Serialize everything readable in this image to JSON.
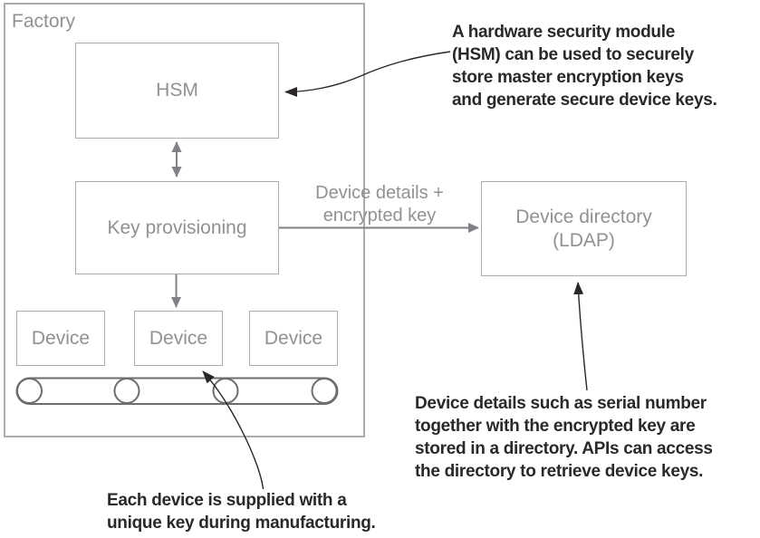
{
  "colors": {
    "background": "#ffffff",
    "box_border": "#aaacae",
    "box_label": "#8f9194",
    "diagram_arrow": "#808285",
    "conveyor": "#6d6e71",
    "annotation_text": "#29292b",
    "annotation_arrow": "#2a2627"
  },
  "factory": {
    "label": "Factory"
  },
  "nodes": {
    "hsm": {
      "label": "HSM"
    },
    "key_provisioning": {
      "label": "Key provisioning"
    },
    "devices": [
      {
        "label": "Device"
      },
      {
        "label": "Device"
      },
      {
        "label": "Device"
      }
    ],
    "device_directory": {
      "label_line1": "Device directory",
      "label_line2": "(LDAP)"
    }
  },
  "flow_label": {
    "line1": "Device details +",
    "line2": "encrypted key"
  },
  "annotations": {
    "hsm_note": {
      "lines": [
        "A hardware security module",
        "(HSM) can be used to securely",
        "store master encryption keys",
        "and generate secure device keys."
      ]
    },
    "directory_note": {
      "lines": [
        "Device details such as serial number",
        "together with the encrypted key are",
        "stored in a directory. APIs can access",
        "the directory to retrieve device keys."
      ]
    },
    "device_note": {
      "lines": [
        "Each device is supplied with a",
        "unique key during manufacturing."
      ]
    }
  }
}
